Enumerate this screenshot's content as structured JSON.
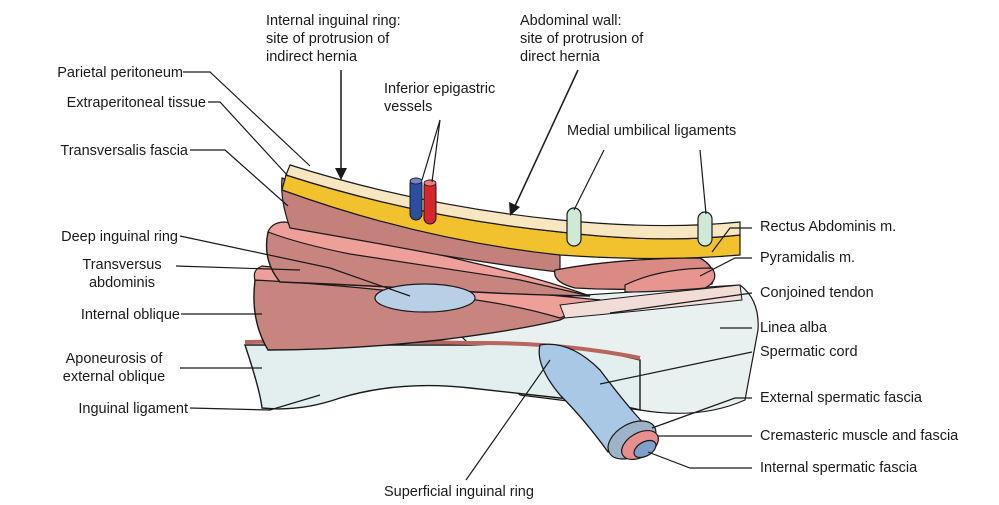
{
  "labels": {
    "parietal_peritoneum": "Parietal peritoneum",
    "extraperitoneal_tissue": "Extraperitoneal tissue",
    "transversalis_fascia": "Transversalis fascia",
    "deep_inguinal_ring": "Deep inguinal ring",
    "transversus_abdominis": [
      "Transversus",
      "abdominis"
    ],
    "internal_oblique": "Internal oblique",
    "aponeurosis_external_oblique": [
      "Aponeurosis of",
      "external oblique"
    ],
    "inguinal_ligament": "Inguinal ligament",
    "internal_inguinal_ring": [
      "Internal inguinal ring:",
      "site of protrusion of",
      "indirect hernia"
    ],
    "abdominal_wall": [
      "Abdominal wall:",
      "site of protrusion of",
      "direct hernia"
    ],
    "inferior_epigastric_vessels": [
      "Inferior epigastric",
      "vessels"
    ],
    "medial_umbilical_ligaments": "Medial umbilical ligaments",
    "rectus_abdominis": "Rectus Abdominis m.",
    "pyramidalis": "Pyramidalis m.",
    "conjoined_tendon": "Conjoined tendon",
    "linea_alba": "Linea alba",
    "spermatic_cord": "Spermatic cord",
    "external_spermatic_fascia": "External spermatic fascia",
    "cremasteric_muscle": "Cremasteric muscle and fascia",
    "internal_spermatic_fascia": "Internal spermatic fascia",
    "superficial_inguinal_ring": "Superficial inguinal ring"
  },
  "colors": {
    "muscle": "#d98a85",
    "muscle_dark": "#b8645f",
    "muscle_face": "#ef9f9a",
    "fat": "#f2c12e",
    "peritoneum": "#f8e6c0",
    "aponeurosis": "#e6f0ef",
    "cord": "#a9c8e6",
    "vein": "#2b4ea0",
    "artery": "#d8262d",
    "ligament": "#cfe9d6"
  }
}
